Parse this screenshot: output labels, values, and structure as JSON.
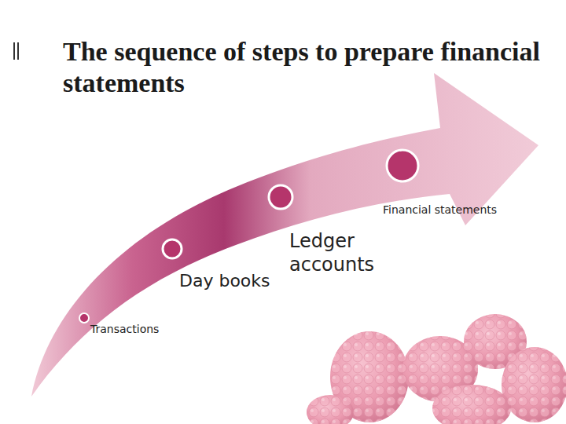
{
  "diagram": {
    "title": "The sequence of steps to prepare financial statements",
    "nodes": [
      {
        "text": [
          "Transactions"
        ]
      },
      {
        "text": [
          "Day books"
        ]
      },
      {
        "text": [
          "Ledger accounts"
        ]
      },
      {
        "text": [
          "Financial statements"
        ]
      }
    ]
  }
}
